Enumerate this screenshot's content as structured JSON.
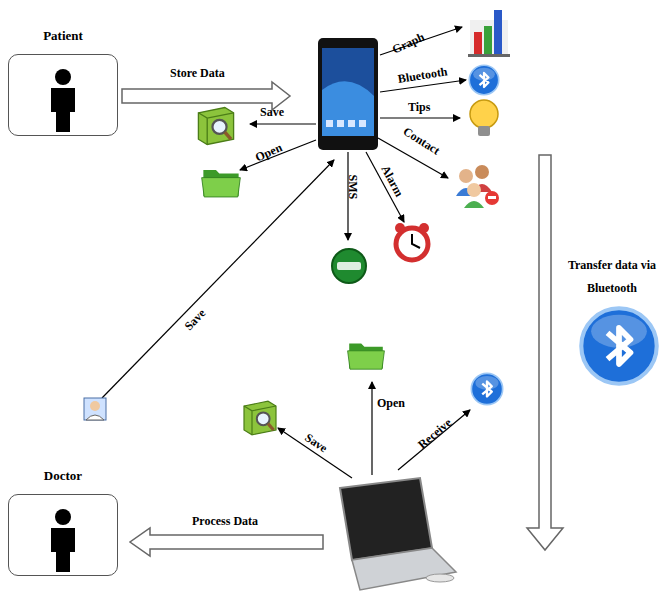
{
  "diagram": {
    "nodes": [
      {
        "text": [
          "Patient"
        ]
      },
      {
        "text": [
          "Doctor"
        ]
      }
    ],
    "edges": [],
    "labels": [
      "Store Data",
      "Graph",
      "Bluetooth",
      "Tips",
      "Contact",
      "Save",
      "Open",
      "SMS",
      "Alarm",
      "Save",
      "Transfer data via Bluetooth",
      "Open",
      "Save",
      "Receive",
      "Process Data"
    ]
  }
}
